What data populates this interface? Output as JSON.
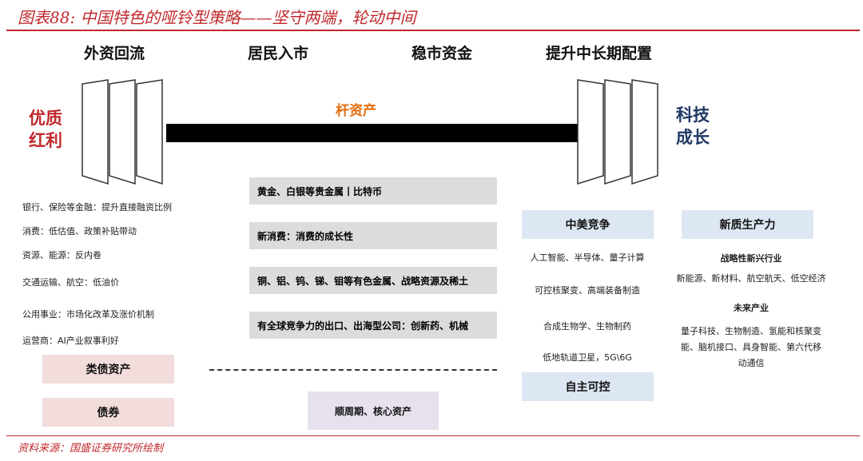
{
  "title": "图表88:  中国特色的哑铃型策略——坚守两端，轮动中间",
  "headers": [
    "外资回流",
    "居民入市",
    "稳市资金",
    "提升中长期配置"
  ],
  "left_label": [
    "优质",
    "红利"
  ],
  "right_label": [
    "科技",
    "成长"
  ],
  "bar_label": "杆资产",
  "left_items": [
    "银行、保险等金融：提升直接融资比例",
    "消费：低估值、政策补贴带动",
    "资源、能源：反内卷",
    "交通运输、航空：低油价",
    "公用事业：市场化改革及涨价机制",
    "运营商：AI产业叙事利好"
  ],
  "left_boxes": [
    "类债资产",
    "债券"
  ],
  "center_items": [
    "黄金、白银等贵金属丨比特币",
    "新消费：消费的成长性",
    "铜、铝、钨、锑、钼等有色金属、战略资源及稀土",
    "有全球竞争力的出口、出海型公司：创新药、机械"
  ],
  "center_box": "顺周期、核心资产",
  "right1": {
    "top": "中美竞争",
    "items": [
      "人工智能、半导体、量子计算",
      "可控核聚变、高端装备制造",
      "合成生物学、生物制药",
      "低地轨道卫星，5G\\6G"
    ],
    "bottom": "自主可控"
  },
  "right2": {
    "top": "新质生产力",
    "sub1": "战略性新兴行业",
    "text1": "新能源、新材料、航空航天、低空经济",
    "sub2": "未来产业",
    "text2": "量子科技、生物制造、氢能和核聚变能、脑机接口、具身智能、第六代移动通信"
  },
  "source": "资料来源：国盛证券研究所绘制",
  "colors": {
    "red": "#c0282d",
    "orange": "#e46c0a",
    "navy": "#1f3864"
  }
}
